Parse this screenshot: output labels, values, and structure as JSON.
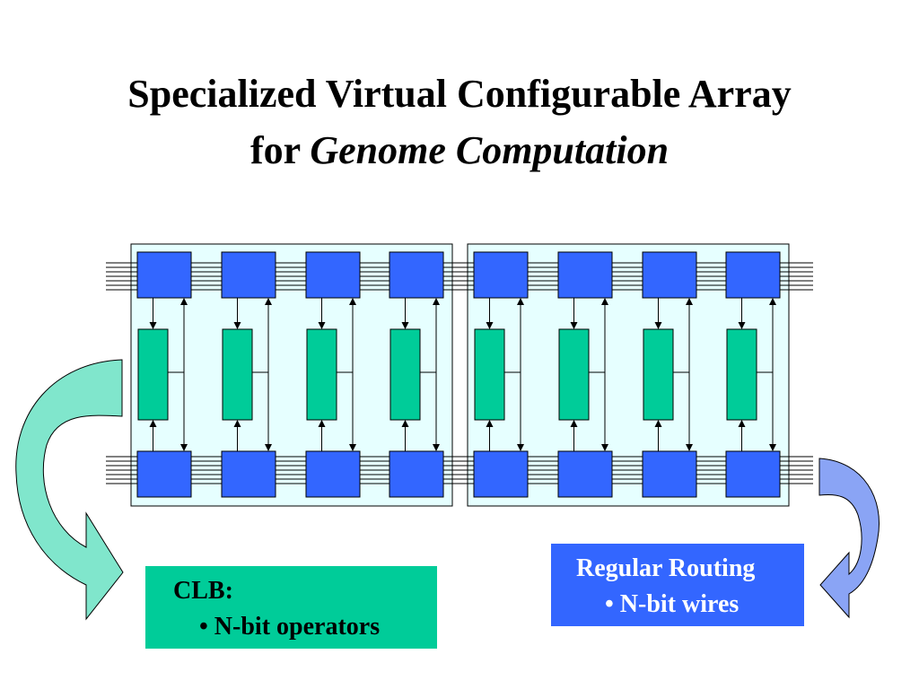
{
  "slide": {
    "title_line1": "Specialized Virtual Configurable Array",
    "title_line2_prefix": "for ",
    "title_line2_italic": "Genome Computation"
  },
  "diagram": {
    "panels": 2,
    "columns_per_panel": 4,
    "wires_per_bus": 7,
    "colors": {
      "panel_fill": "#e6ffff",
      "routing_block": "#3366ff",
      "clb_block": "#00cc99",
      "left_arrow": "#80e6cc",
      "right_arrow": "#8aa4f5",
      "outline": "#000000"
    }
  },
  "callouts": {
    "clb": {
      "title": "CLB:",
      "bullet": "•  N-bit operators",
      "bg": "#00cc99"
    },
    "routing": {
      "title": "Regular Routing",
      "bullet": "• N-bit wires",
      "bg": "#3366ff"
    }
  }
}
